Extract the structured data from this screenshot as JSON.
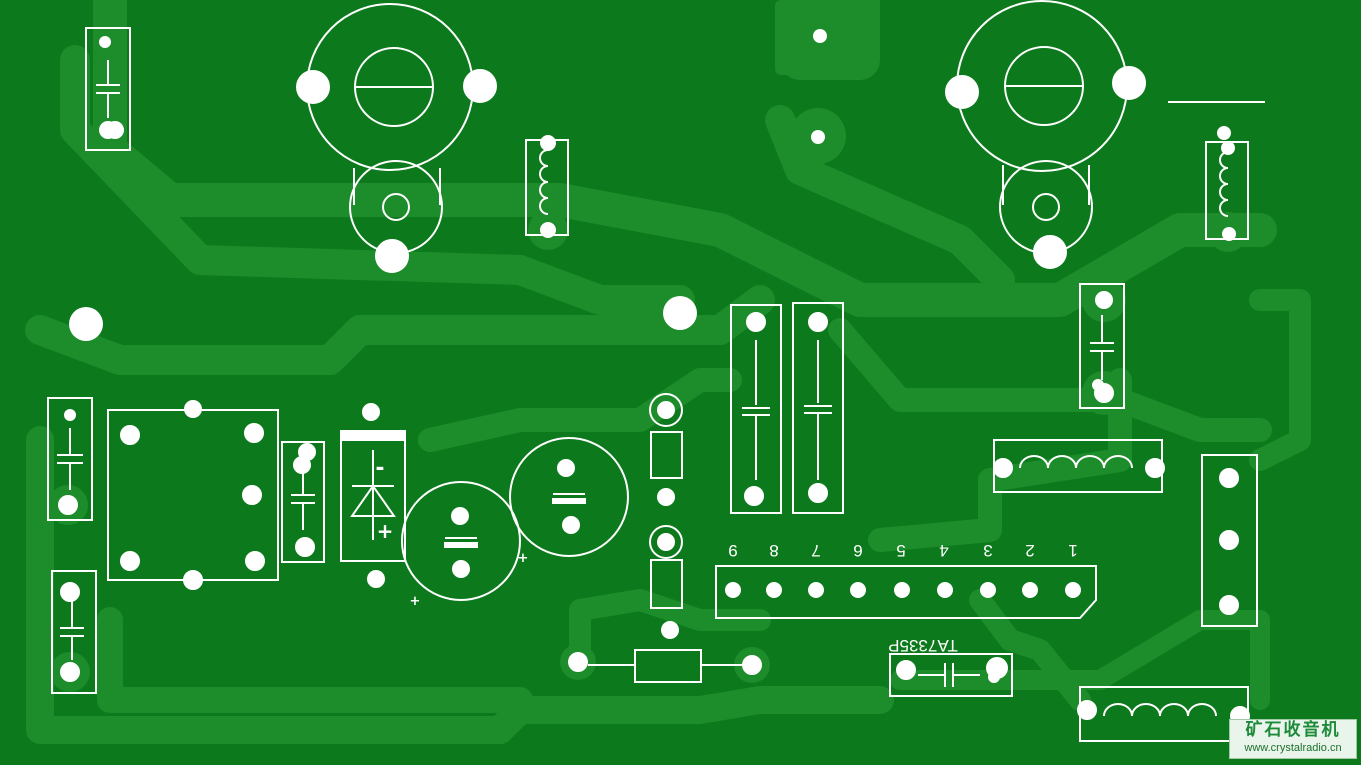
{
  "board": {
    "ic_label": "TA7335P",
    "ic_pin_numbers": [
      "9",
      "8",
      "7",
      "6",
      "5",
      "4",
      "3",
      "2",
      "1"
    ],
    "polarity_minus": "-",
    "polarity_plus": "+",
    "cap_plus_mark": "+",
    "colors": {
      "board": "#0c7a1c",
      "copper": "#1c8a28",
      "silkscreen": "#ffffff"
    }
  },
  "watermark": {
    "title": "矿石收音机",
    "url": "www.crystalradio.cn"
  }
}
